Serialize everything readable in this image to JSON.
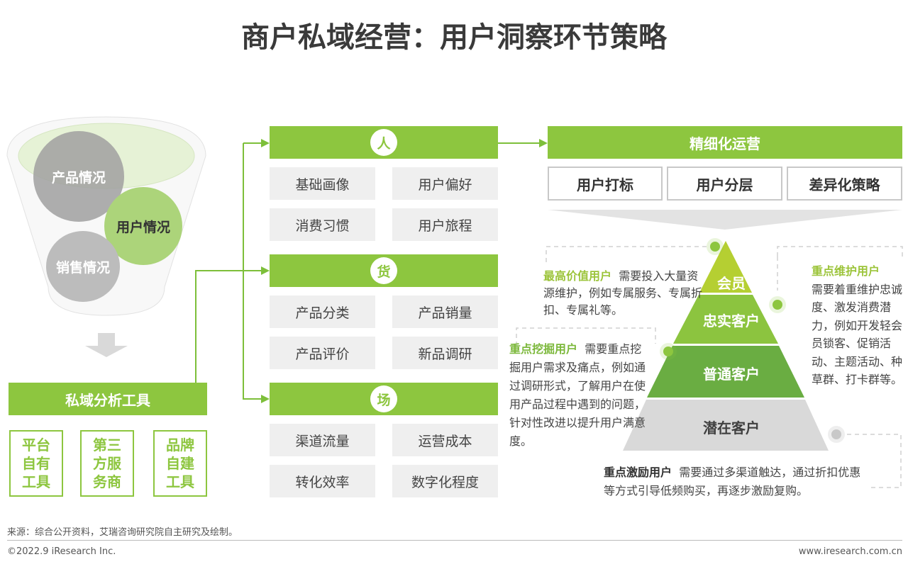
{
  "title": "商户私域经营：用户洞察环节策略",
  "funnel": {
    "circles": [
      "产品情况",
      "用户情况",
      "销售情况"
    ]
  },
  "tools": {
    "header": "私域分析工具",
    "items": [
      "平台自有工具",
      "第三方服务商",
      "品牌自建工具"
    ]
  },
  "sections": [
    {
      "badge": "人",
      "cells": [
        "基础画像",
        "用户偏好",
        "消费习惯",
        "用户旅程"
      ]
    },
    {
      "badge": "货",
      "cells": [
        "产品分类",
        "产品销量",
        "产品评价",
        "新品调研"
      ]
    },
    {
      "badge": "场",
      "cells": [
        "渠道流量",
        "运营成本",
        "转化效率",
        "数字化程度"
      ]
    }
  ],
  "ops": {
    "header": "精细化运营",
    "tabs": [
      "用户打标",
      "用户分层",
      "差异化策略"
    ]
  },
  "pyramid": {
    "tiers": [
      "会员",
      "忠实客户",
      "普通客户",
      "潜在客户"
    ],
    "colors": [
      "#b5cf32",
      "#8cc43f",
      "#6aad42",
      "#d9d9d9"
    ]
  },
  "notes": {
    "top": {
      "label": "最高价值用户",
      "text": "需要投入大量资源维护，例如专属服务、专属折扣、专属礼等。"
    },
    "right": {
      "label": "重点维护用户",
      "text": "需要着重维护忠诚度、激发消费潜力，例如开发轻会员锁客、促销活动、主题活动、种草群、打卡群等。"
    },
    "left": {
      "label": "重点挖掘用户",
      "text": "需要重点挖掘用户需求及痛点，例如通过调研形式，了解用户在使用产品过程中遇到的问题，针对性改进以提升用户满意度。"
    },
    "bottom": {
      "label": "重点激励用户",
      "text": "需要通过多渠道触达，通过折扣优惠等方式引导低频购买，再逐步激励复购。"
    }
  },
  "footer": {
    "source": "来源：综合公开资料，艾瑞咨询研究院自主研究及绘制。",
    "copyright": "©2022.9 iResearch Inc.",
    "url": "www.iresearch.com.cn"
  }
}
